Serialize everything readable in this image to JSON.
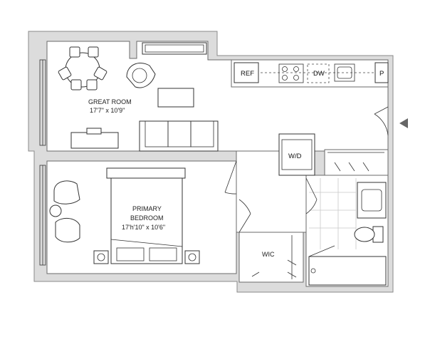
{
  "rooms": {
    "great_room": {
      "name": "GREAT ROOM",
      "dims": "17'7\" x 10'9\""
    },
    "primary_bedroom": {
      "name_line1": "PRIMARY",
      "name_line2": "BEDROOM",
      "dims": "17'h'10\" x 10'6\""
    },
    "wic": {
      "name": "WIC"
    }
  },
  "appliances": {
    "ref": "REF",
    "dw": "DW",
    "pantry": "P",
    "washer_dryer": "W/D"
  },
  "colors": {
    "wall_fill": "#dcdcdc",
    "line": "#333333",
    "entry_arrow": "#666666"
  },
  "icons": [
    "entry-arrow-icon"
  ]
}
